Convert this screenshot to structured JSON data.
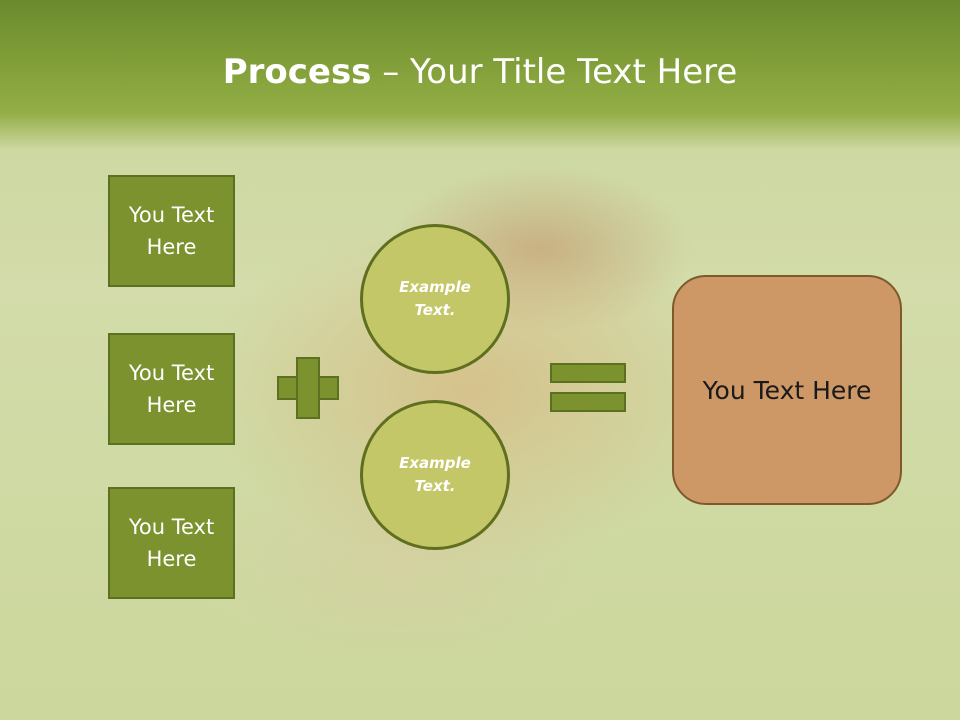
{
  "header": {
    "title_bold": "Process",
    "title_rest": " – Your Title Text Here"
  },
  "left_boxes": [
    {
      "label": "You Text Here"
    },
    {
      "label": "You Text Here"
    },
    {
      "label": "You Text Here"
    }
  ],
  "circles": [
    {
      "label": "Example Text."
    },
    {
      "label": "Example Text."
    }
  ],
  "operators": {
    "plus": "plus-icon",
    "equals": "equals-icon"
  },
  "result": {
    "label": "You Text Here"
  },
  "colors": {
    "header_green": "#7d9b36",
    "box_green": "#7c922f",
    "circle_fill": "#c3c768",
    "result_fill": "#cd9766"
  }
}
